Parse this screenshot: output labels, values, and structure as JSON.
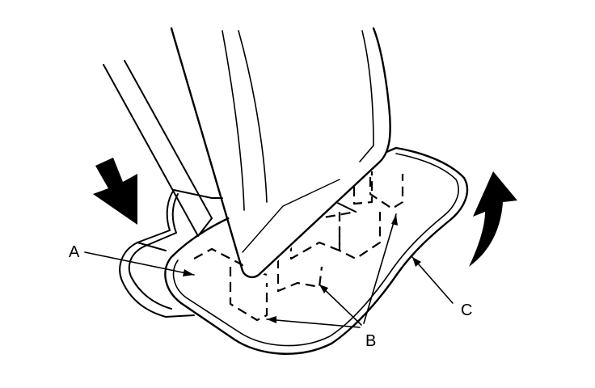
{
  "callouts": {
    "a": "A",
    "b": "B",
    "c": "C"
  },
  "icons": [
    "press-down-arrow-icon",
    "lift-up-arrow-icon"
  ],
  "colors": {
    "ink": "#000000",
    "background": "#ffffff"
  }
}
